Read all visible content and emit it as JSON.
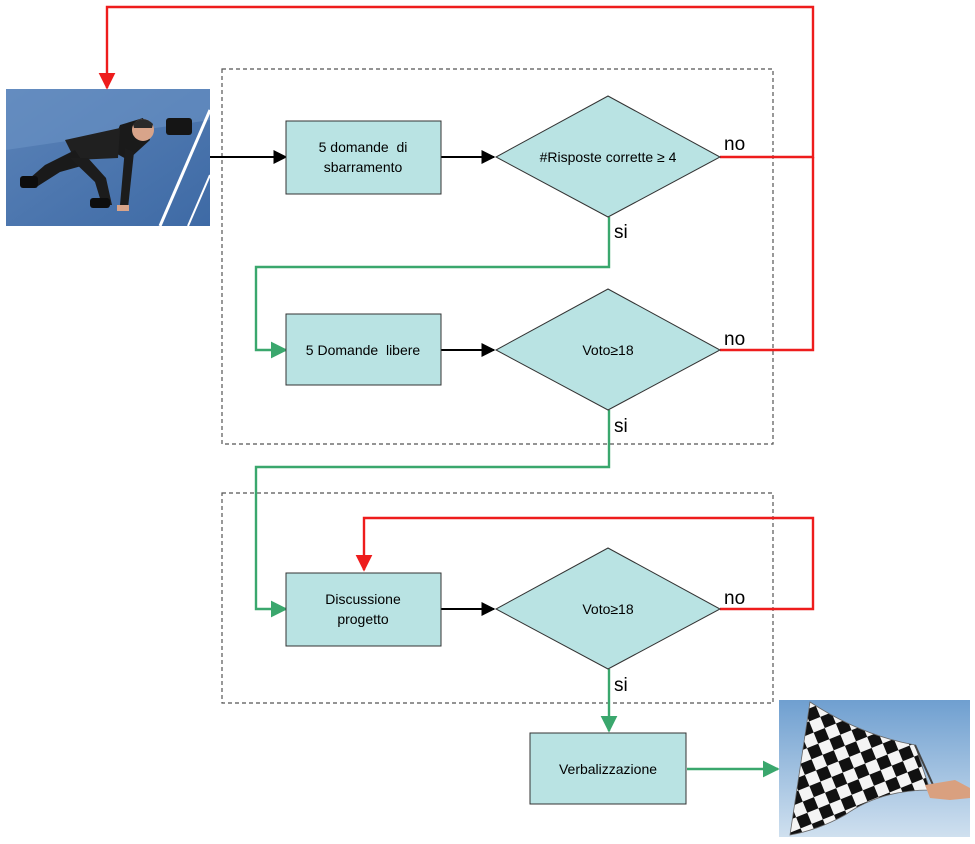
{
  "colors": {
    "node_fill": "#b9e3e3",
    "node_stroke": "#333333",
    "flow_black": "#000000",
    "flow_red": "#ee1c1c",
    "flow_green": "#3aa76d",
    "group_border": "#555555"
  },
  "images": {
    "start": "photo-man-in-sprinter-start-position",
    "end": "photo-checkered-finish-flag"
  },
  "nodes": {
    "barrier_q": {
      "line1": "5 domande  di",
      "line2": "sbarramento"
    },
    "decision_correct": {
      "label": "#Risposte corrette ≥ 4"
    },
    "free_q": {
      "label": "5 Domande  libere"
    },
    "decision_grade1": {
      "label": "Voto≥18"
    },
    "discussion": {
      "line1": "Discussione",
      "line2": "progetto"
    },
    "decision_grade2": {
      "label": "Voto≥18"
    },
    "record": {
      "label": "Verbalizzazione"
    }
  },
  "edges": {
    "no1": "no",
    "si1": "si",
    "no2": "no",
    "si2": "si",
    "no3": "no",
    "si3": "si"
  }
}
